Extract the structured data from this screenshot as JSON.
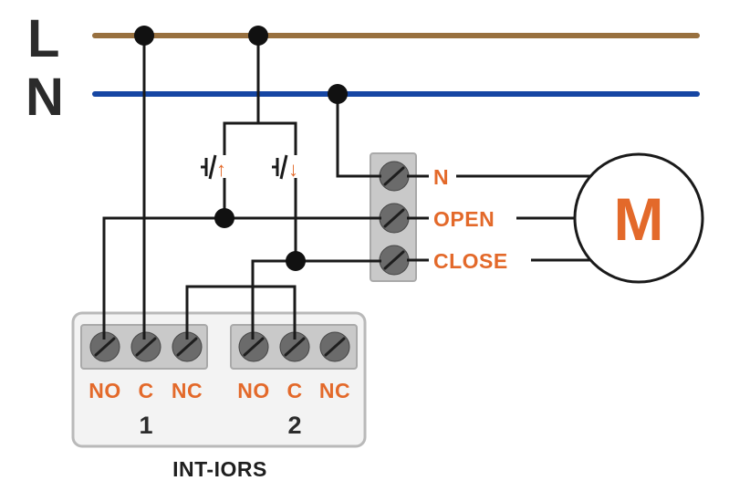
{
  "colors": {
    "live_line": "#98703f",
    "neutral_line": "#1646a3",
    "accent": "#e3692a",
    "wire": "#1a1a1a",
    "terminal_block": "#c9c9c9",
    "device_box": "#f3f3f3"
  },
  "lines": {
    "live_label": "L",
    "neutral_label": "N"
  },
  "switches": {
    "up_arrow": "↑",
    "down_arrow": "↓"
  },
  "motor": {
    "label": "M",
    "terminals": [
      "N",
      "OPEN",
      "CLOSE"
    ]
  },
  "device": {
    "title": "INT-IORS",
    "relays": [
      {
        "number": "1",
        "contacts": [
          "NO",
          "C",
          "NC"
        ]
      },
      {
        "number": "2",
        "contacts": [
          "NO",
          "C",
          "NC"
        ]
      }
    ]
  }
}
